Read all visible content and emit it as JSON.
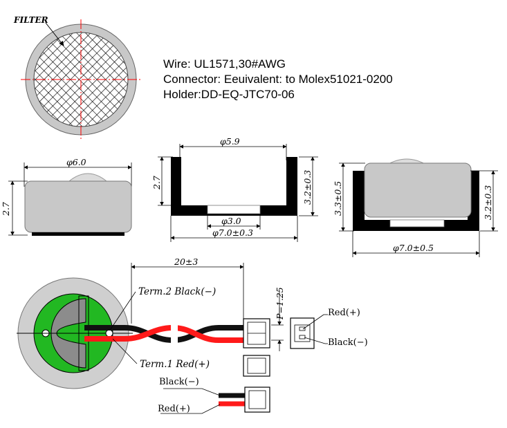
{
  "labels": {
    "filter": "FILTER",
    "spec_wire": "Wire: UL1571,30#AWG",
    "spec_connector": "Connector: Eeuivalent: to Molex51021-0200",
    "spec_holder": "Holder:DD-EQ-JTC70-06",
    "dim_d6": "φ6.0",
    "dim_h27_side": "2.7",
    "dim_d59": "φ5.9",
    "dim_h27_holder": "2.7",
    "dim_h32_holder": "3.2±0.3",
    "dim_d30": "φ3.0",
    "dim_d70_holder": "φ7.0±0.3",
    "dim_h33_assembly": "3.3±0.5",
    "dim_h32_assembly": "3.2±0.3",
    "dim_d70_assembly": "φ7.0±0.5",
    "dim_wire_length": "20±3",
    "dim_pitch": "P=1.25",
    "term2": "Term.2  Black(−)",
    "term1": "Term.1  Red(+)",
    "conn_red": "Red(+)",
    "conn_black": "Black(−)",
    "legend_black": "Black(−)",
    "legend_red": "Red(+)"
  },
  "colors": {
    "filter_ring": "#c8c8c8",
    "capsule_body": "#c8c8c8",
    "holder_black": "#000000",
    "pcb_green": "#22b822",
    "pad_grey": "#8c8c8c",
    "wire_red": "#ff1a1a",
    "wire_black": "#111111",
    "dim_line": "#000000",
    "center_line": "#ff0000"
  }
}
